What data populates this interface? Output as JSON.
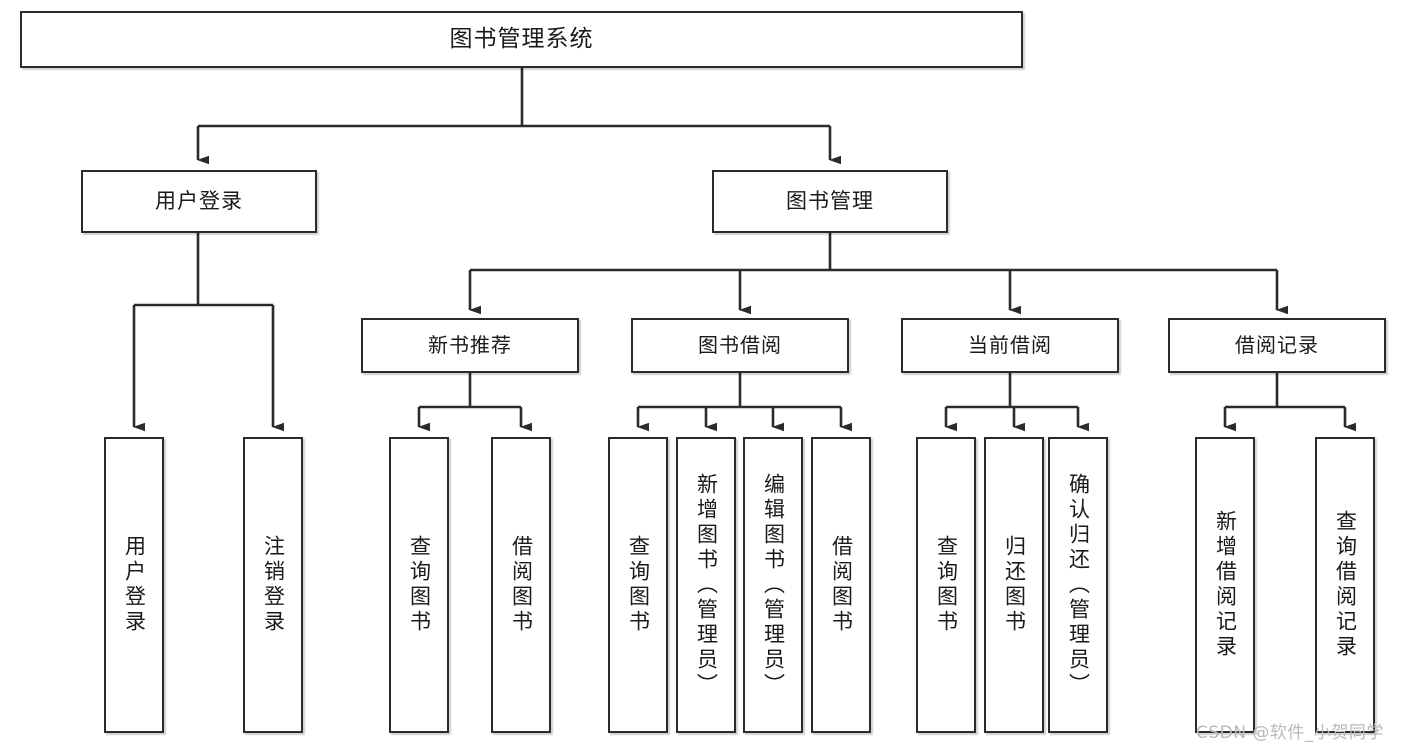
{
  "diagram": {
    "title": "图书管理系统",
    "type": "hierarchy-tree",
    "watermark": "CSDN @软件_小贺同学",
    "colors": {
      "box_border": "#2b2b2b",
      "box_fill": "#ffffff",
      "edge": "#2b2b2b",
      "text": "#1a1a1a",
      "watermark": "#b9b9b9"
    },
    "nodes": {
      "root": {
        "label": "图书管理系统",
        "level": 0
      },
      "l1": [
        {
          "label": "用户登录",
          "level": 1
        },
        {
          "label": "图书管理",
          "level": 1
        }
      ],
      "l2": [
        {
          "label": "新书推荐",
          "level": 2
        },
        {
          "label": "图书借阅",
          "level": 2
        },
        {
          "label": "当前借阅",
          "level": 2
        },
        {
          "label": "借阅记录",
          "level": 2
        }
      ],
      "leaves_user_login": [
        {
          "label": "用户登录",
          "level": 3
        },
        {
          "label": "注销登录",
          "level": 3
        }
      ],
      "leaves_new_book": [
        {
          "label": "查询图书",
          "level": 3
        },
        {
          "label": "借阅图书",
          "level": 3
        }
      ],
      "leaves_borrow": [
        {
          "label": "查询图书",
          "level": 3
        },
        {
          "label": "新增图书（管理员）",
          "level": 3
        },
        {
          "label": "编辑图书（管理员）",
          "level": 3
        },
        {
          "label": "借阅图书",
          "level": 3
        }
      ],
      "leaves_current": [
        {
          "label": "查询图书",
          "level": 3
        },
        {
          "label": "归还图书",
          "level": 3
        },
        {
          "label": "确认归还（管理员）",
          "level": 3
        }
      ],
      "leaves_records": [
        {
          "label": "新增借阅记录",
          "level": 3
        },
        {
          "label": "查询借阅记录",
          "level": 3
        }
      ]
    }
  }
}
